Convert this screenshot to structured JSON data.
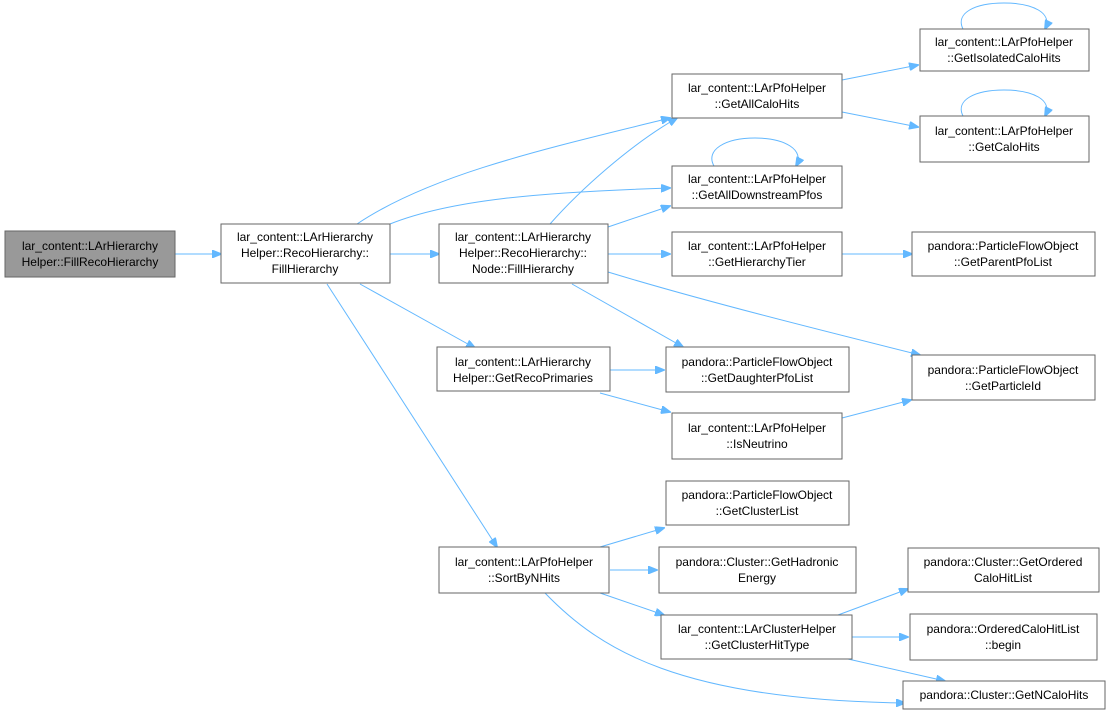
{
  "colors": {
    "edge": "#63b8ff",
    "root_fill": "#999999",
    "node_border": "#666666"
  },
  "nodes": {
    "fill_reco_hierarchy": {
      "lines": [
        "lar_content::LArHierarchy",
        "Helper::FillRecoHierarchy"
      ],
      "root": true
    },
    "reco_fill_hierarchy": {
      "lines": [
        "lar_content::LArHierarchy",
        "Helper::RecoHierarchy::",
        "FillHierarchy"
      ]
    },
    "node_fill_hierarchy": {
      "lines": [
        "lar_content::LArHierarchy",
        "Helper::RecoHierarchy::",
        "Node::FillHierarchy"
      ]
    },
    "get_reco_primaries": {
      "lines": [
        "lar_content::LArHierarchy",
        "Helper::GetRecoPrimaries"
      ]
    },
    "sort_by_nhits": {
      "lines": [
        "lar_content::LArPfoHelper",
        "::SortByNHits"
      ]
    },
    "get_all_calo_hits": {
      "lines": [
        "lar_content::LArPfoHelper",
        "::GetAllCaloHits"
      ]
    },
    "get_all_downstream_pfos": {
      "lines": [
        "lar_content::LArPfoHelper",
        "::GetAllDownstreamPfos"
      ]
    },
    "get_hierarchy_tier": {
      "lines": [
        "lar_content::LArPfoHelper",
        "::GetHierarchyTier"
      ]
    },
    "get_daughter_pfo_list": {
      "lines": [
        "pandora::ParticleFlowObject",
        "::GetDaughterPfoList"
      ]
    },
    "is_neutrino": {
      "lines": [
        "lar_content::LArPfoHelper",
        "::IsNeutrino"
      ]
    },
    "get_cluster_list": {
      "lines": [
        "pandora::ParticleFlowObject",
        "::GetClusterList"
      ]
    },
    "get_hadronic_energy": {
      "lines": [
        "pandora::Cluster::GetHadronic",
        "Energy"
      ]
    },
    "get_cluster_hit_type": {
      "lines": [
        "lar_content::LArClusterHelper",
        "::GetClusterHitType"
      ]
    },
    "get_isolated_calo_hits": {
      "lines": [
        "lar_content::LArPfoHelper",
        "::GetIsolatedCaloHits"
      ]
    },
    "get_calo_hits": {
      "lines": [
        "lar_content::LArPfoHelper",
        "::GetCaloHits"
      ]
    },
    "get_parent_pfo_list": {
      "lines": [
        "pandora::ParticleFlowObject",
        "::GetParentPfoList"
      ]
    },
    "get_particle_id": {
      "lines": [
        "pandora::ParticleFlowObject",
        "::GetParticleId"
      ]
    },
    "get_ordered_calo_hit_list": {
      "lines": [
        "pandora::Cluster::GetOrdered",
        "CaloHitList"
      ]
    },
    "ordered_calo_hit_list_begin": {
      "lines": [
        "pandora::OrderedCaloHitList",
        "::begin"
      ]
    },
    "get_n_calo_hits": {
      "lines": [
        "pandora::Cluster::GetNCaloHits"
      ]
    }
  },
  "edges": [
    [
      "fill_reco_hierarchy",
      "reco_fill_hierarchy"
    ],
    [
      "reco_fill_hierarchy",
      "node_fill_hierarchy"
    ],
    [
      "reco_fill_hierarchy",
      "get_all_calo_hits"
    ],
    [
      "reco_fill_hierarchy",
      "get_all_downstream_pfos"
    ],
    [
      "reco_fill_hierarchy",
      "get_reco_primaries"
    ],
    [
      "reco_fill_hierarchy",
      "sort_by_nhits"
    ],
    [
      "node_fill_hierarchy",
      "get_all_calo_hits"
    ],
    [
      "node_fill_hierarchy",
      "get_all_downstream_pfos"
    ],
    [
      "node_fill_hierarchy",
      "get_hierarchy_tier"
    ],
    [
      "node_fill_hierarchy",
      "get_daughter_pfo_list"
    ],
    [
      "node_fill_hierarchy",
      "get_particle_id"
    ],
    [
      "get_reco_primaries",
      "get_daughter_pfo_list"
    ],
    [
      "get_reco_primaries",
      "is_neutrino"
    ],
    [
      "is_neutrino",
      "get_particle_id"
    ],
    [
      "get_all_calo_hits",
      "get_isolated_calo_hits"
    ],
    [
      "get_all_calo_hits",
      "get_calo_hits"
    ],
    [
      "get_all_downstream_pfos",
      "get_all_downstream_pfos"
    ],
    [
      "get_isolated_calo_hits",
      "get_isolated_calo_hits"
    ],
    [
      "get_calo_hits",
      "get_calo_hits"
    ],
    [
      "get_hierarchy_tier",
      "get_parent_pfo_list"
    ],
    [
      "sort_by_nhits",
      "get_cluster_list"
    ],
    [
      "sort_by_nhits",
      "get_hadronic_energy"
    ],
    [
      "sort_by_nhits",
      "get_cluster_hit_type"
    ],
    [
      "sort_by_nhits",
      "get_n_calo_hits"
    ],
    [
      "get_cluster_hit_type",
      "get_ordered_calo_hit_list"
    ],
    [
      "get_cluster_hit_type",
      "ordered_calo_hit_list_begin"
    ],
    [
      "get_cluster_hit_type",
      "get_n_calo_hits"
    ]
  ]
}
